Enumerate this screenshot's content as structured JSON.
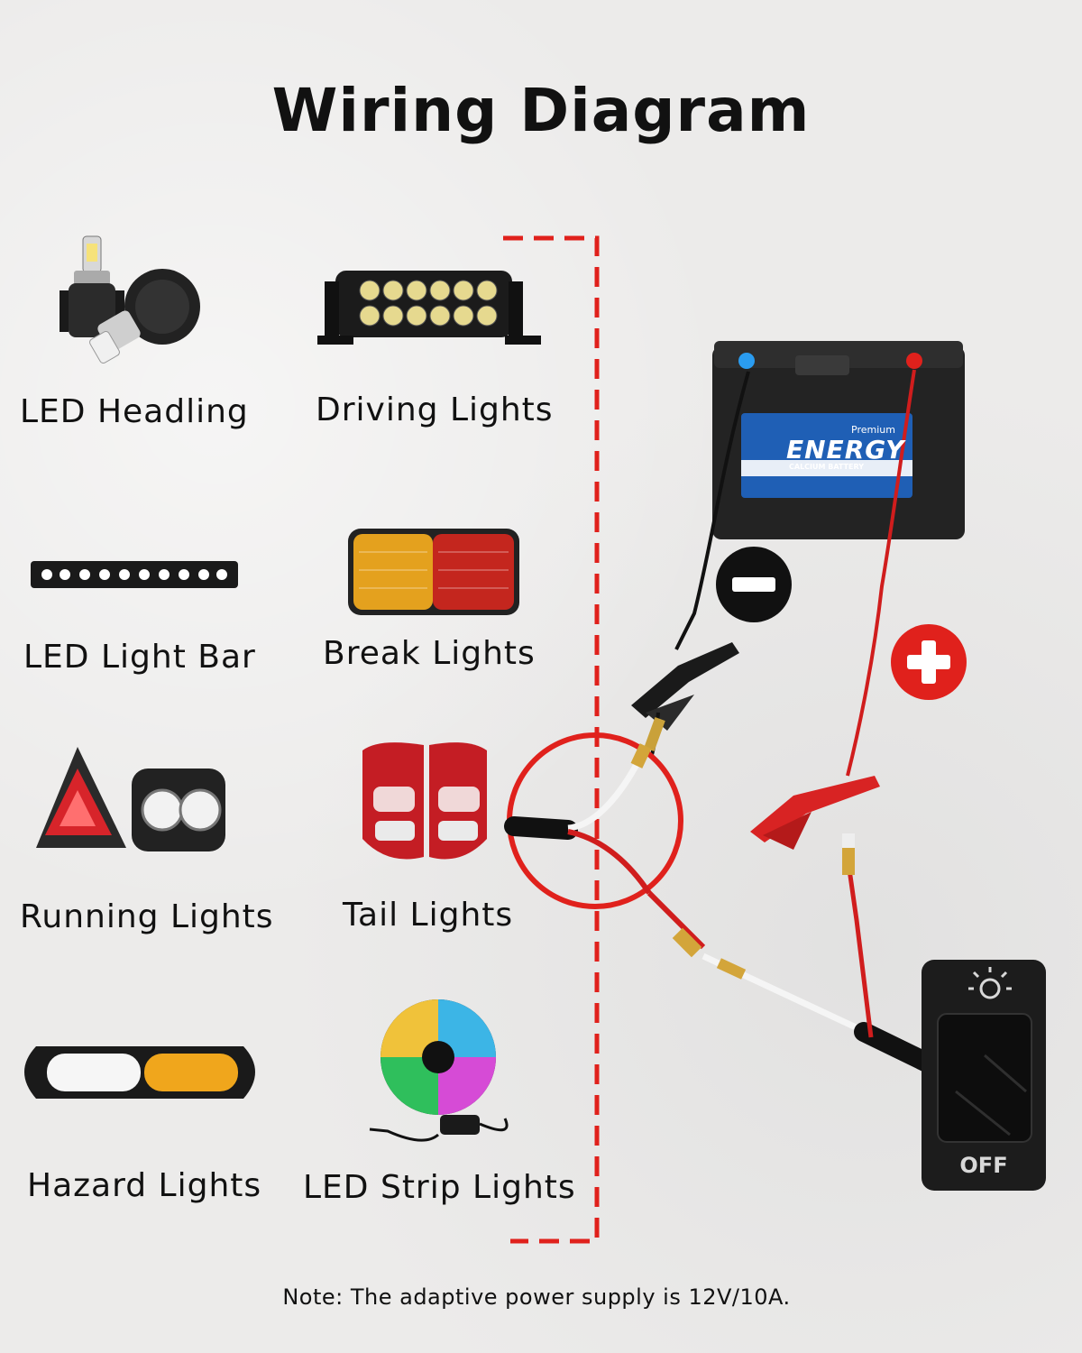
{
  "title": "Wiring Diagram",
  "labels": {
    "led_headling": "LED Headling",
    "driving_lights": "Driving Lights",
    "led_light_bar": "LED Light Bar",
    "break_lights": "Break Lights",
    "running_lights": "Running Lights",
    "tail_lights": "Tail Lights",
    "hazard_lights": "Hazard Lights",
    "led_strip_lights": "LED Strip Lights"
  },
  "battery": {
    "brand": "ENERGY",
    "premium": "Premium",
    "type": "CALCIUM BATTERY"
  },
  "switch": {
    "state": "OFF"
  },
  "note": "Note: The adaptive power supply is 12V/10A.",
  "colors": {
    "dashed_border": "#e0211c",
    "positive": "#e0211c",
    "negative": "#111111",
    "battery_label": "#1f5fb5"
  },
  "icons": [
    "led-bulb-icon",
    "light-bar-icon",
    "lamp-icon",
    "tail-light-icon",
    "strip-reel-icon",
    "minus-icon",
    "plus-icon",
    "bulb-icon"
  ]
}
